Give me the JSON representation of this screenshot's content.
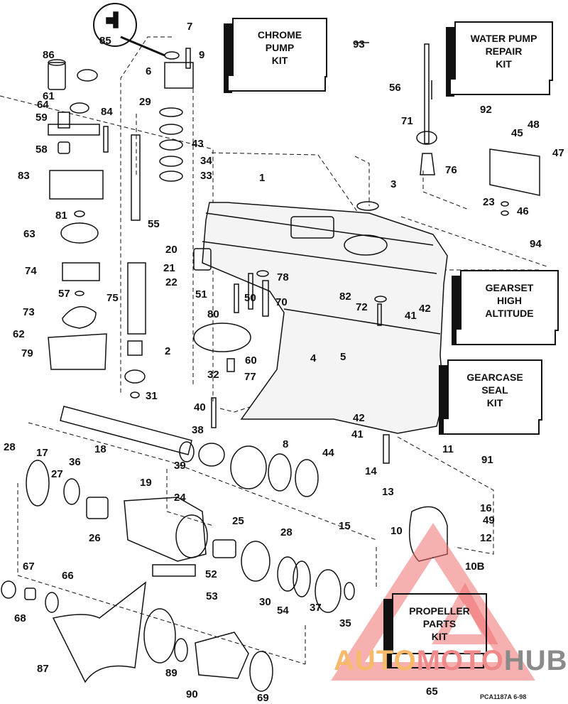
{
  "diagram": {
    "title": "Gearcase exploded parts diagram",
    "figure_code": "PCA1187A  6-98",
    "watermark": {
      "part1": "AUTO",
      "part2": "MOTO",
      "part3": "HUB"
    },
    "kits": [
      {
        "id": "93",
        "lines": [
          "CHROME",
          "PUMP",
          "KIT"
        ]
      },
      {
        "id": "92",
        "lines": [
          "WATER PUMP",
          "REPAIR",
          "KIT"
        ]
      },
      {
        "id": "94",
        "lines": [
          "GEARSET",
          "HIGH",
          "ALTITUDE"
        ]
      },
      {
        "id": "91",
        "lines": [
          "GEARCASE",
          "SEAL",
          "KIT"
        ]
      },
      {
        "id": "65",
        "lines": [
          "PROPELLER",
          "PARTS",
          "KIT"
        ]
      }
    ],
    "callouts": [
      "1",
      "2",
      "3",
      "4",
      "5",
      "6",
      "7",
      "8",
      "9",
      "10",
      "10B",
      "11",
      "12",
      "13",
      "14",
      "15",
      "16",
      "17",
      "18",
      "19",
      "20",
      "21",
      "22",
      "23",
      "24",
      "25",
      "26",
      "27",
      "28",
      "28",
      "29",
      "30",
      "31",
      "32",
      "33",
      "34",
      "35",
      "36",
      "37",
      "38",
      "39",
      "40",
      "41",
      "41",
      "42",
      "42",
      "43",
      "44",
      "45",
      "46",
      "47",
      "48",
      "49",
      "50",
      "51",
      "52",
      "53",
      "54",
      "55",
      "56",
      "57",
      "58",
      "59",
      "60",
      "61",
      "62",
      "63",
      "64",
      "66",
      "67",
      "68",
      "69",
      "70",
      "71",
      "72",
      "73",
      "74",
      "75",
      "76",
      "77",
      "78",
      "79",
      "80",
      "81",
      "82",
      "83",
      "84",
      "85",
      "86",
      "87",
      "89",
      "90"
    ]
  }
}
